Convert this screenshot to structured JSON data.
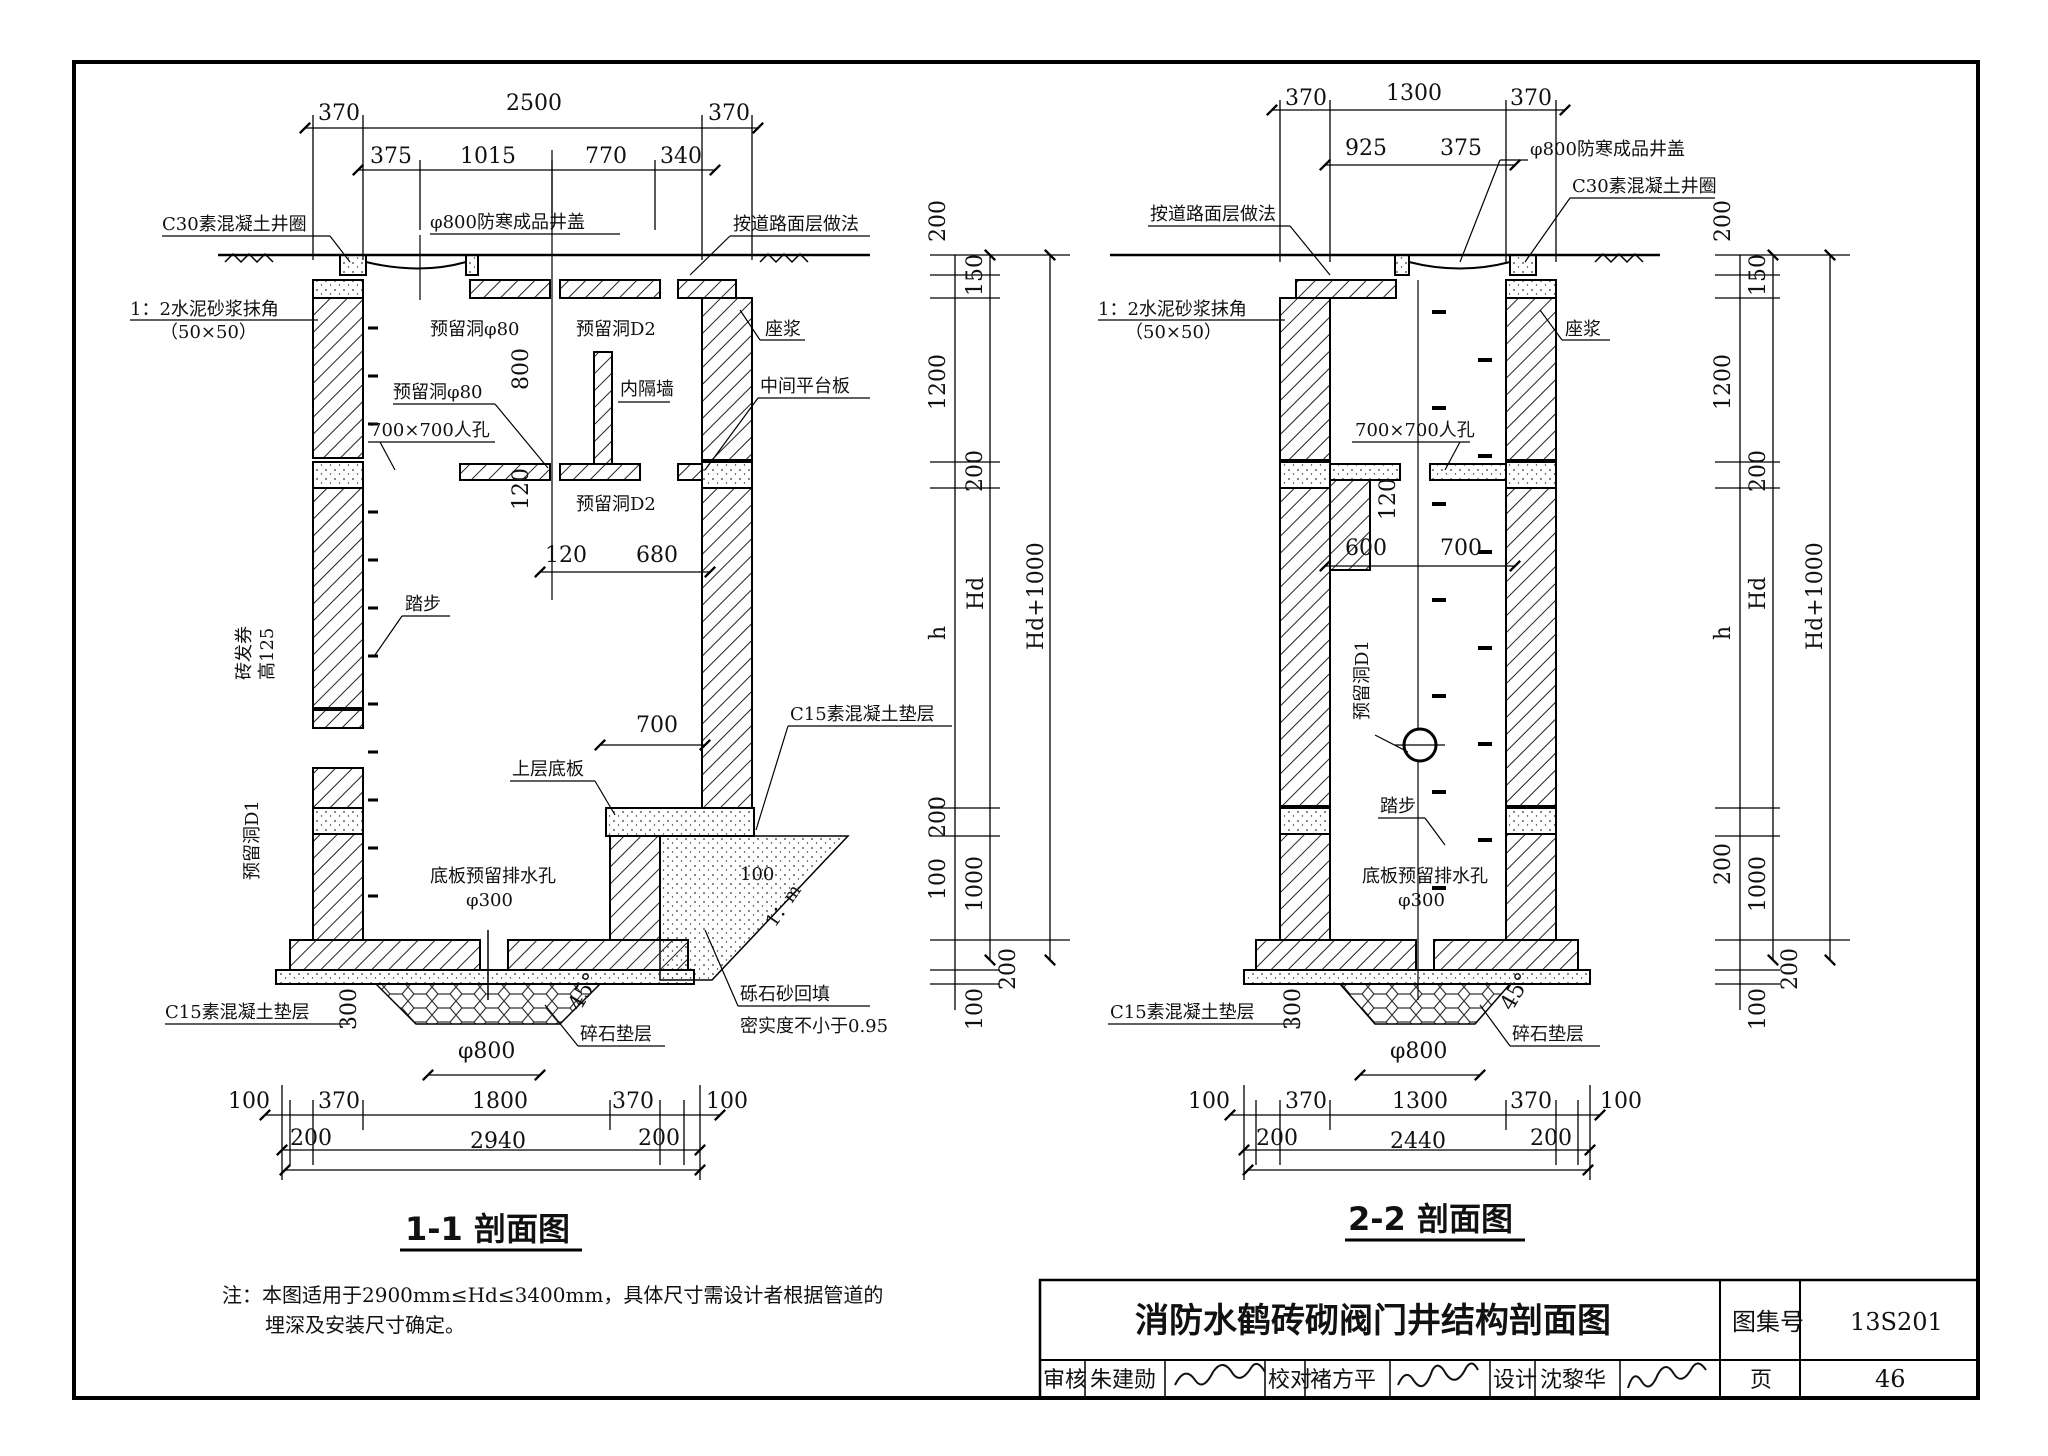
{
  "sections": {
    "s1": {
      "title": "1-1 剖面图",
      "dims_top": {
        "total": "2500",
        "wall_l": "370",
        "wall_r": "370",
        "a": "375",
        "b": "1015",
        "c": "770",
        "d": "340"
      },
      "dims_mid": {
        "h800": "800",
        "h120": "120",
        "w120": "120",
        "w680": "680",
        "w700": "700",
        "h100": "100"
      },
      "dims_bottom": {
        "total": "2940",
        "w1800": "1800",
        "w370l": "370",
        "w370r": "370",
        "w100l": "100",
        "w100r": "100",
        "w200l": "200",
        "w200r": "200",
        "h300": "300",
        "dia800": "φ800",
        "angle": "45°"
      },
      "dims_right": {
        "d200a": "200",
        "d150": "150",
        "d1200": "1200",
        "d200b": "200",
        "h": "h",
        "Hd": "Hd",
        "Hd1000": "Hd+1000",
        "d200c": "200",
        "d100a": "100",
        "d1000": "1000",
        "d200d": "200",
        "d100b": "100"
      },
      "labels": {
        "ring": "C30素混凝土井圈",
        "cover": "φ800防寒成品井盖",
        "road": "按道路面层做法",
        "mortar": "1：2水泥砂浆抹角",
        "mortar_size": "（50×50）",
        "hole_80a": "预留洞φ80",
        "hole_d2a": "预留洞D2",
        "seat": "座浆",
        "hole_80b": "预留洞φ80",
        "inner_wall": "内隔墙",
        "platform": "中间平台板",
        "manhole": "700×700人孔",
        "hole_d2b": "预留洞D2",
        "step": "踏步",
        "arch": "砖发券",
        "arch_h": "高125",
        "hole_d1": "预留洞D1",
        "c15_top": "C15素混凝土垫层",
        "upper_slab": "上层底板",
        "drain": "底板预留排水孔",
        "drain_d": "φ300",
        "c15_bottom": "C15素混凝土垫层",
        "gravel": "碎石垫层",
        "backfill": "砾石砂回填",
        "compaction": "密实度不小于0.95",
        "slope": "1：m",
        "slope_100": "100"
      }
    },
    "s2": {
      "title": "2-2 剖面图",
      "dims_top": {
        "total": "1300",
        "wall_l": "370",
        "wall_r": "370",
        "a": "925",
        "b": "375"
      },
      "dims_mid": {
        "h120": "120",
        "w600": "600",
        "w700": "700"
      },
      "dims_bottom": {
        "total": "2440",
        "w1300": "1300",
        "w370l": "370",
        "w370r": "370",
        "w100l": "100",
        "w100r": "100",
        "w200l": "200",
        "w200r": "200",
        "h300": "300",
        "dia800": "φ800",
        "angle": "45°"
      },
      "dims_right": {
        "d200a": "200",
        "d150": "150",
        "d1200": "1200",
        "d200b": "200",
        "h": "h",
        "Hd": "Hd",
        "Hd1000": "Hd+1000",
        "d200c": "200",
        "d1000": "1000",
        "d200d": "200",
        "d100": "100"
      },
      "labels": {
        "cover": "φ800防寒成品井盖",
        "ring": "C30素混凝土井圈",
        "road": "按道路面层做法",
        "mortar": "1：2水泥砂浆抹角",
        "mortar_size": "（50×50）",
        "seat": "座浆",
        "manhole": "700×700人孔",
        "hole_d1": "预留洞D1",
        "step": "踏步",
        "drain": "底板预留排水孔",
        "drain_d": "φ300",
        "c15_bottom": "C15素混凝土垫层",
        "gravel": "碎石垫层"
      }
    }
  },
  "note": {
    "line1": "注：本图适用于2900mm≤Hd≤3400mm，具体尺寸需设计者根据管道的",
    "line2": "埋深及安装尺寸确定。"
  },
  "title_block": {
    "title": "消防水鹤砖砌阀门井结构剖面图",
    "atlas_label": "图集号",
    "atlas_no": "13S201",
    "review_label": "审核",
    "reviewer": "朱建勋",
    "check_label": "校对",
    "checker": "褚方平",
    "design_label": "设计",
    "designer": "沈黎华",
    "page_label": "页",
    "page_no": "46"
  }
}
